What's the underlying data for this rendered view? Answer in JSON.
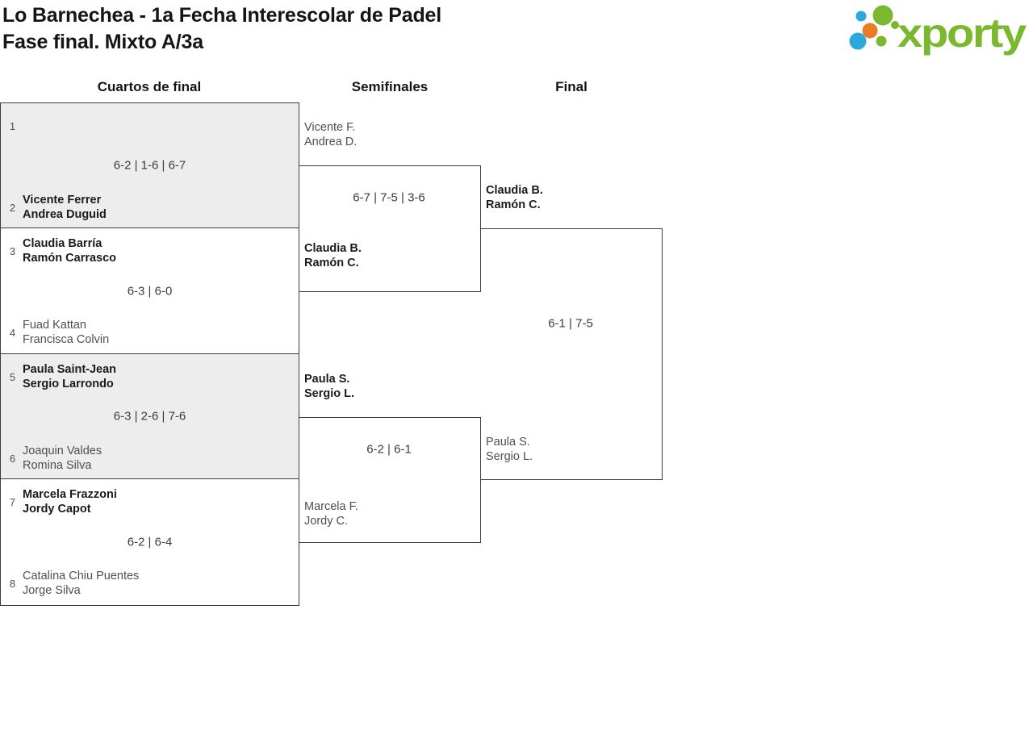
{
  "title": {
    "line1": "Lo Barnechea - 1a Fecha Interescolar de Padel",
    "line2": "Fase final. Mixto A/3a"
  },
  "logo": {
    "text": "xporty"
  },
  "colors": {
    "brand_green": "#7ab82d",
    "brand_blue": "#2ba9de",
    "brand_orange": "#e97d25",
    "border": "#3d3d3d",
    "box_gray": "#ededed",
    "winner_text": "#1b1b1b",
    "loser_text": "#4f4f4f"
  },
  "rounds": {
    "quarterfinals": "Cuartos de final",
    "semifinals": "Semifinales",
    "final": "Final"
  },
  "qf": [
    {
      "seed_top": "1",
      "top1": "",
      "top2": "",
      "score": "6-2 | 1-6 | 6-7",
      "seed_bottom": "2",
      "bottom1": "Vicente Ferrer",
      "bottom2": "Andrea Duguid"
    },
    {
      "seed_top": "3",
      "top1": "Claudia Barría",
      "top2": "Ramón Carrasco",
      "score": "6-3 | 6-0",
      "seed_bottom": "4",
      "bottom1": "Fuad Kattan",
      "bottom2": "Francisca Colvin"
    },
    {
      "seed_top": "5",
      "top1": "Paula Saint-Jean",
      "top2": "Sergio Larrondo",
      "score": "6-3 | 2-6 | 7-6",
      "seed_bottom": "6",
      "bottom1": "Joaquin Valdes",
      "bottom2": "Romina Silva"
    },
    {
      "seed_top": "7",
      "top1": "Marcela Frazzoni",
      "top2": "Jordy Capot",
      "score": "6-2 | 6-4",
      "seed_bottom": "8",
      "bottom1": "Catalina Chiu Puentes",
      "bottom2": "Jorge Silva"
    }
  ],
  "sf": [
    {
      "top1": "Vicente F.",
      "top2": "Andrea D.",
      "score": "6-7 | 7-5 | 3-6",
      "bottom1": "Claudia B.",
      "bottom2": "Ramón C."
    },
    {
      "top1": "Paula S.",
      "top2": "Sergio L.",
      "score": "6-2 | 6-1",
      "bottom1": "Marcela F.",
      "bottom2": "Jordy C."
    }
  ],
  "final": {
    "top1": "Claudia B.",
    "top2": "Ramón C.",
    "score": "6-1 | 7-5",
    "bottom1": "Paula S.",
    "bottom2": "Sergio L."
  }
}
